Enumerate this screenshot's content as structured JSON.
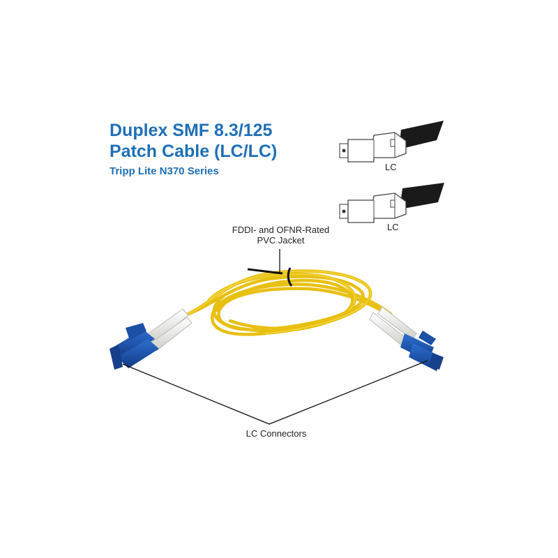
{
  "title": {
    "line1": "Duplex SMF 8.3/125",
    "line2": "Patch Cable (LC/LC)",
    "subtitle": "Tripp Lite N370 Series"
  },
  "connector_diagrams": [
    {
      "label": "LC"
    },
    {
      "label": "LC"
    }
  ],
  "callouts": {
    "jacket_line1": "FDDI- and OFNR-Rated",
    "jacket_line2": "PVC Jacket",
    "connectors": "LC Connectors"
  },
  "colors": {
    "title_blue": "#1f6fb5",
    "cable_yellow": "#f2cc1a",
    "connector_blue": "#1a4fa8",
    "boot_white": "#eeeeea"
  }
}
